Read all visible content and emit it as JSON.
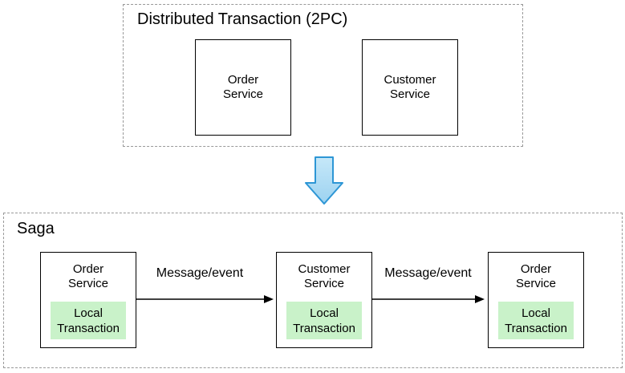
{
  "top_group": {
    "title": "Distributed Transaction (2PC)",
    "nodes": [
      {
        "label": "Order Service"
      },
      {
        "label": "Customer Service"
      }
    ]
  },
  "transition": {
    "icon": "down-arrow"
  },
  "saga_group": {
    "title": "Saga",
    "steps": [
      {
        "label": "Order Service",
        "inner_label": "Local Transaction"
      },
      {
        "label": "Customer Service",
        "inner_label": "Local Transaction"
      },
      {
        "label": "Order Service",
        "inner_label": "Local Transaction"
      }
    ],
    "arrows": [
      {
        "label": "Message/event"
      },
      {
        "label": "Message/event"
      }
    ]
  },
  "colors": {
    "dashed_border": "#999999",
    "node_border": "#000000",
    "local_transaction_fill": "#c9f2c9",
    "message_arrow_color": "#000000",
    "blue_arrow_fill_top": "#c6e8f9",
    "blue_arrow_fill_bottom": "#9cd2f0",
    "blue_arrow_stroke": "#2d96d5"
  }
}
